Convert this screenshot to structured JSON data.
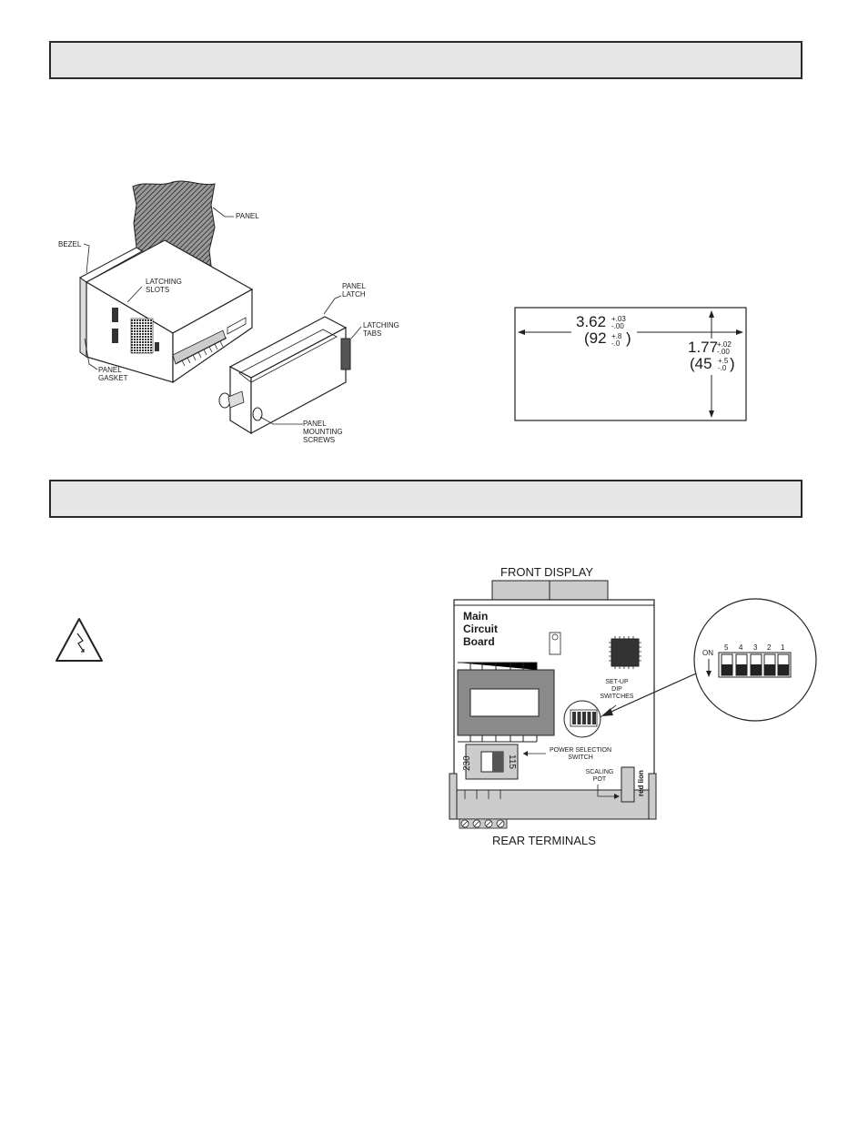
{
  "sections": [
    {
      "title": ""
    },
    {
      "title": ""
    }
  ],
  "install_figure": {
    "labels": {
      "panel": "PANEL",
      "bezel": "BEZEL",
      "latching_slots": [
        "LATCHING",
        "SLOTS"
      ],
      "panel_latch": [
        "PANEL",
        "LATCH"
      ],
      "latching_tabs": [
        "LATCHING",
        "TABS"
      ],
      "panel_gasket": [
        "PANEL",
        "GASKET"
      ],
      "panel_mounting_screws": [
        "PANEL",
        "MOUNTING",
        "SCREWS"
      ]
    }
  },
  "cutout": {
    "width_in": "3.62",
    "width_in_tol": [
      "+.03",
      "-.00"
    ],
    "width_mm": "(92",
    "width_mm_tol": [
      "+.8",
      "-.0"
    ],
    "height_in": "1.77",
    "height_in_tol": [
      "+.02",
      "-.00"
    ],
    "height_mm": "(45",
    "height_mm_tol": [
      "+.5",
      "-.0"
    ],
    "close_paren": ")"
  },
  "board": {
    "front_display": "FRONT DISPLAY",
    "rear_terminals": "REAR TERMINALS",
    "title": [
      "Main",
      "Circuit",
      "Board"
    ],
    "setup_dip": [
      "SET-UP",
      "DIP",
      "SWITCHES"
    ],
    "power_selection": [
      "POWER SELECTION",
      "SWITCH"
    ],
    "scaling_pot": [
      "SCALING",
      "POT"
    ],
    "voltage_230": "230",
    "voltage_115": "115",
    "logo": "red lion",
    "dip_on": "ON",
    "dip_numbers": [
      "5",
      "4",
      "3",
      "2",
      "1"
    ]
  },
  "colors": {
    "section_fill": "#e6e6e6",
    "panel_hatch": "#555555",
    "component_fill": "#8a8a8a"
  }
}
